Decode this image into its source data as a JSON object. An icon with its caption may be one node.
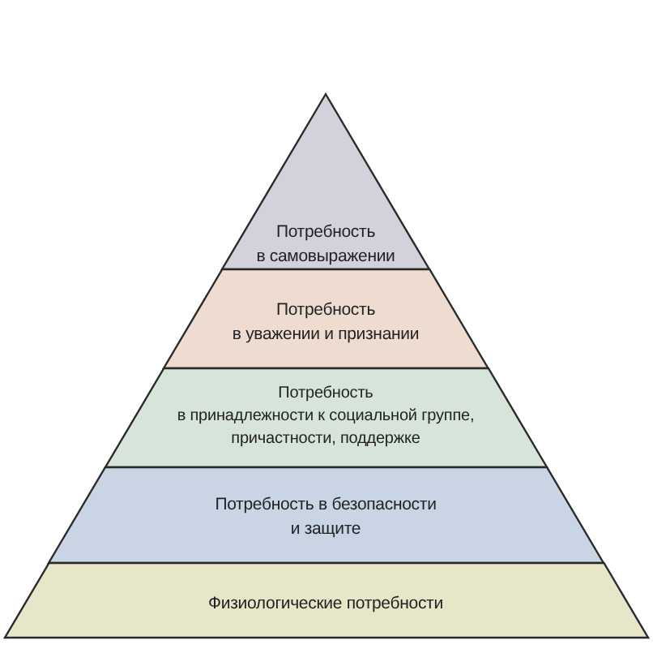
{
  "diagram": {
    "nodes": [
      {
        "text": [
          "Потребность в самовыражении"
        ]
      },
      {
        "text": [
          "Потребность в уважении и признании"
        ]
      },
      {
        "text": [
          "Потребность в принадлежности к социальной группе, причастности, поддержке"
        ]
      },
      {
        "text": [
          "Потребность в безопасности и защите"
        ]
      },
      {
        "text": [
          "Физиологические потребности"
        ]
      }
    ]
  }
}
